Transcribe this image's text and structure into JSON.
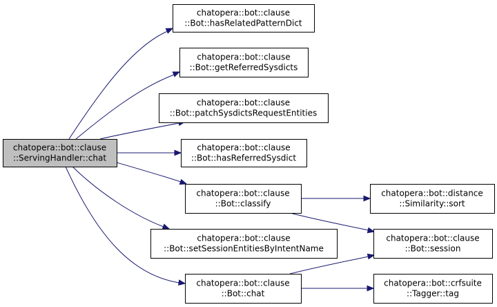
{
  "colors": {
    "edge": "#191970",
    "root_fill": "#bfbfbf",
    "node_fill": "#ffffff",
    "border": "#000000",
    "text": "#000000"
  },
  "nodes": [
    {
      "id": "serving-handler-chat",
      "lines": [
        "chatopera::bot::clause",
        "::ServingHandler::chat"
      ],
      "root": true
    },
    {
      "id": "has-related-pattern-dict",
      "lines": [
        "chatopera::bot::clause",
        "::Bot::hasRelatedPatternDict"
      ]
    },
    {
      "id": "get-referred-sysdicts",
      "lines": [
        "chatopera::bot::clause",
        "::Bot::getReferredSysdicts"
      ]
    },
    {
      "id": "patch-sysdicts-request-entities",
      "lines": [
        "chatopera::bot::clause",
        "::Bot::patchSysdictsRequestEntities"
      ]
    },
    {
      "id": "has-referred-sysdict",
      "lines": [
        "chatopera::bot::clause",
        "::Bot::hasReferredSysdict"
      ]
    },
    {
      "id": "bot-classify",
      "lines": [
        "chatopera::bot::clause",
        "::Bot::classify"
      ]
    },
    {
      "id": "similarity-sort",
      "lines": [
        "chatopera::bot::distance",
        "::Similarity::sort"
      ]
    },
    {
      "id": "set-session-entities-by-intent-name",
      "lines": [
        "chatopera::bot::clause",
        "::Bot::setSessionEntitiesByIntentName"
      ]
    },
    {
      "id": "bot-session",
      "lines": [
        "chatopera::bot::clause",
        "::Bot::session"
      ]
    },
    {
      "id": "bot-chat",
      "lines": [
        "chatopera::bot::clause",
        "::Bot::chat"
      ]
    },
    {
      "id": "tagger-tag",
      "lines": [
        "chatopera::bot::crfsuite",
        "::Tagger::tag"
      ]
    }
  ],
  "edges": [
    {
      "from": "serving-handler-chat",
      "to": "has-related-pattern-dict"
    },
    {
      "from": "serving-handler-chat",
      "to": "get-referred-sysdicts"
    },
    {
      "from": "serving-handler-chat",
      "to": "patch-sysdicts-request-entities"
    },
    {
      "from": "serving-handler-chat",
      "to": "has-referred-sysdict"
    },
    {
      "from": "serving-handler-chat",
      "to": "bot-classify"
    },
    {
      "from": "serving-handler-chat",
      "to": "set-session-entities-by-intent-name"
    },
    {
      "from": "serving-handler-chat",
      "to": "bot-chat"
    },
    {
      "from": "bot-classify",
      "to": "similarity-sort"
    },
    {
      "from": "bot-classify",
      "to": "bot-session"
    },
    {
      "from": "bot-chat",
      "to": "bot-session"
    },
    {
      "from": "bot-chat",
      "to": "tagger-tag"
    }
  ]
}
